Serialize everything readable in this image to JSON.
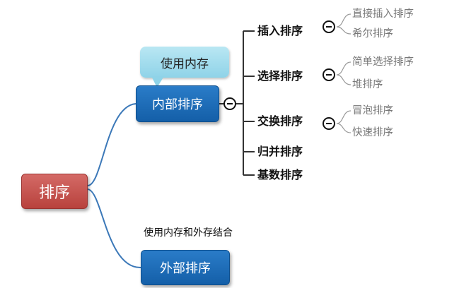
{
  "root": {
    "label": "排序"
  },
  "internal": {
    "label": "内部排序",
    "callout": "使用内存",
    "methods": [
      {
        "label": "插入排序",
        "children": [
          "直接插入排序",
          "希尔排序"
        ]
      },
      {
        "label": "选择排序",
        "children": [
          "简单选择排序",
          "堆排序"
        ]
      },
      {
        "label": "交换排序",
        "children": [
          "冒泡排序",
          "快速排序"
        ]
      },
      {
        "label": "归并排序",
        "children": []
      },
      {
        "label": "基数排序",
        "children": []
      }
    ]
  },
  "external": {
    "label": "外部排序",
    "annotation": "使用内存和外存结合"
  },
  "colors": {
    "root": "#c0504d",
    "node": "#1f6fbf",
    "callout": "#a6ddee",
    "connector": "#3b78b8",
    "leaf_connector": "#999999"
  }
}
